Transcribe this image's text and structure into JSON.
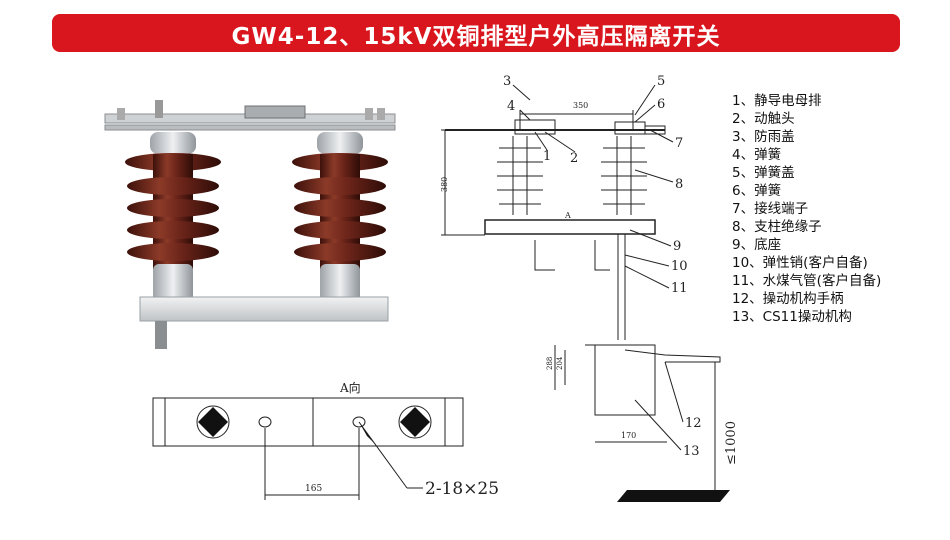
{
  "header": {
    "title": "GW4-12、15kV双铜排型户外高压隔离开关"
  },
  "legend": [
    "1、静导电母排",
    "2、动触头",
    "3、防雨盖",
    "4、弹簧",
    "5、弹簧盖",
    "6、弹簧",
    "7、接线端子",
    "8、支柱绝缘子",
    "9、底座",
    "10、弹性销(客户自备)",
    "11、水煤气管(客户自备)",
    "12、操动机构手柄",
    "13、CS11操动机构"
  ],
  "callouts": [
    "1",
    "2",
    "3",
    "4",
    "5",
    "6",
    "7",
    "8",
    "9",
    "10",
    "11",
    "12",
    "13"
  ],
  "dimensions": {
    "d350": "350",
    "d380": "380",
    "d288": "288",
    "d204": "204",
    "d170": "170",
    "d1000": "≤1000",
    "d165": "165",
    "hole_spec": "2-18×25",
    "view_label": "A向",
    "view_a": "A"
  },
  "colors": {
    "banner": "#d9161e",
    "porcelain": "#6a2419",
    "porcelain_light": "#9a4a36",
    "metal": "#d8d8d8"
  }
}
